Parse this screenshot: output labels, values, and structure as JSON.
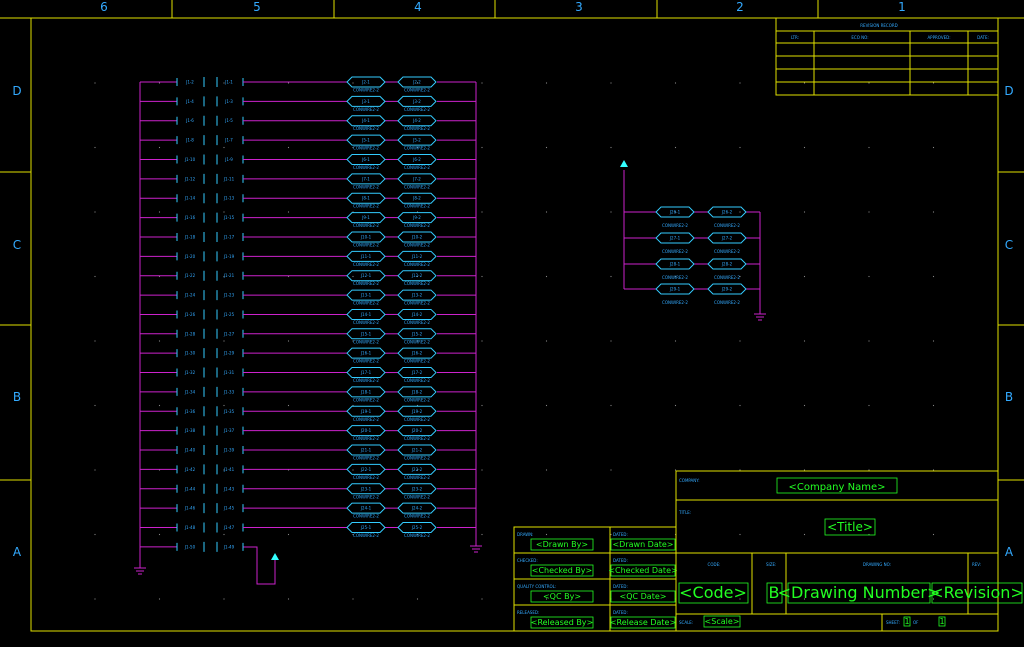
{
  "frame": {
    "top_zones": [
      "6",
      "5",
      "4",
      "3",
      "2",
      "1"
    ],
    "side_zones": [
      "D",
      "C",
      "B",
      "A"
    ]
  },
  "revision_block": {
    "title": "REVISION RECORD",
    "headers": [
      "LTR:",
      "ECO NO:",
      "APPROVED:",
      "DATE:"
    ]
  },
  "left_group": {
    "port_left": [
      "J1-2",
      "J1-4",
      "J1-6",
      "J1-8",
      "J1-10",
      "J1-12",
      "J1-14",
      "J1-16",
      "J1-18",
      "J1-20",
      "J1-22",
      "J1-24",
      "J1-26",
      "J1-28",
      "J1-30",
      "J1-32",
      "J1-34",
      "J1-36",
      "J1-38",
      "J1-40",
      "J1-42",
      "J1-44",
      "J1-46",
      "J1-48",
      "J1-50"
    ],
    "port_right": [
      "J1-1",
      "J1-3",
      "J1-5",
      "J1-7",
      "J1-9",
      "J1-11",
      "J1-13",
      "J1-15",
      "J1-17",
      "J1-19",
      "J1-21",
      "J1-23",
      "J1-25",
      "J1-27",
      "J1-29",
      "J1-31",
      "J1-33",
      "J1-35",
      "J1-37",
      "J1-39",
      "J1-41",
      "J1-43",
      "J1-45",
      "J1-47",
      "J1-49"
    ],
    "conn_a": [
      "J2-1",
      "J3-1",
      "J4-1",
      "J5-1",
      "J6-1",
      "J7-1",
      "J8-1",
      "J9-1",
      "J10-1",
      "J11-1",
      "J12-1",
      "J13-1",
      "J14-1",
      "J15-1",
      "J16-1",
      "J17-1",
      "J18-1",
      "J19-1",
      "J20-1",
      "J21-1",
      "J22-1",
      "J23-1",
      "J24-1",
      "J25-1"
    ],
    "conn_b": [
      "J2-2",
      "J3-2",
      "J4-2",
      "J5-2",
      "J6-2",
      "J7-2",
      "J8-2",
      "J9-2",
      "J10-2",
      "J11-2",
      "J12-2",
      "J13-2",
      "J14-2",
      "J15-2",
      "J16-2",
      "J17-2",
      "J18-2",
      "J19-2",
      "J20-2",
      "J21-2",
      "J22-2",
      "J23-2",
      "J24-2",
      "J25-2"
    ],
    "caption": "CONWIRE2-2"
  },
  "right_group": {
    "conn_a": [
      "J26-1",
      "J27-1",
      "J28-1",
      "J29-1"
    ],
    "conn_b": [
      "J26-2",
      "J27-2",
      "J28-2",
      "J29-2"
    ],
    "caption": "CONWIRE2-2"
  },
  "signoff_block": {
    "rows": [
      {
        "label": "DRAWN:",
        "value": "<Drawn By>",
        "date_label": "DATED:",
        "date_value": "<Drawn Date>"
      },
      {
        "label": "CHECKED:",
        "value": "<Checked By>",
        "date_label": "DATED:",
        "date_value": "<Checked Date>"
      },
      {
        "label": "QUALITY CONTROL:",
        "value": "<QC By>",
        "date_label": "DATED:",
        "date_value": "<QC Date>"
      },
      {
        "label": "RELEASED:",
        "value": "<Released By>",
        "date_label": "DATED:",
        "date_value": "<Release Date>"
      }
    ]
  },
  "title_block": {
    "company_label": "COMPANY:",
    "company_value": "<Company Name>",
    "title_label": "TITLE:",
    "title_value": "<Title>",
    "code_label": "CODE:",
    "code_value": "<Code>",
    "size_label": "SIZE:",
    "size_value": "B",
    "dwg_label": "DRAWING NO:",
    "dwg_value": "<Drawing Number>",
    "rev_label": "REV:",
    "rev_value": "<Revision>",
    "scale_label": "SCALE:",
    "scale_value": "<Scale>",
    "sheet_label": "SHEET:",
    "sheet_value": "1",
    "of_label": "OF",
    "of_value": "1"
  }
}
